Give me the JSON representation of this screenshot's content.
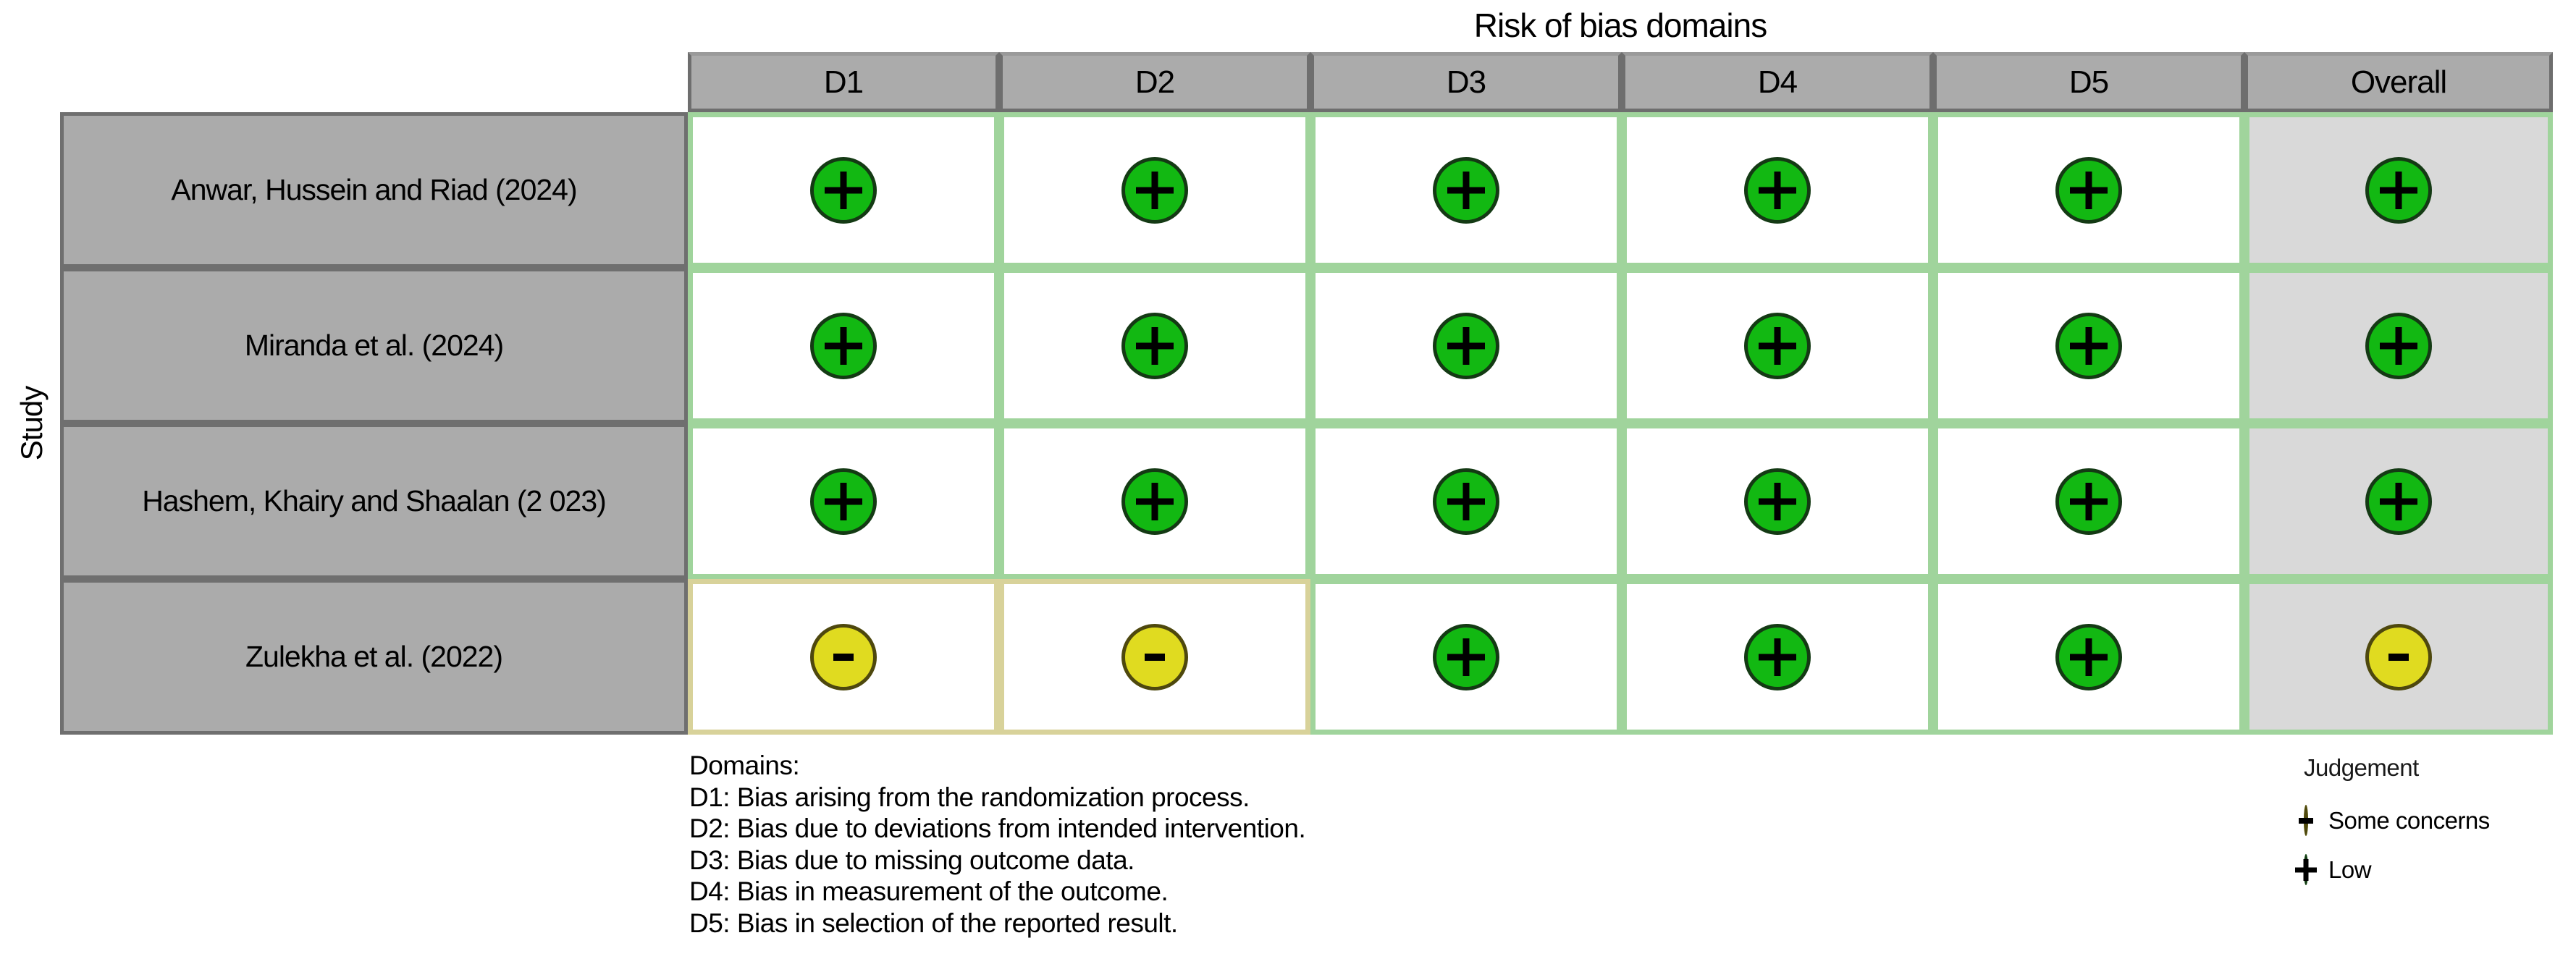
{
  "figure_title": "Risk of bias domains",
  "y_axis_label": "Study",
  "chart_data": {
    "type": "table",
    "title": "Risk of bias domains",
    "y_label": "Study",
    "columns": [
      "D1",
      "D2",
      "D3",
      "D4",
      "D5",
      "Overall"
    ],
    "rows": [
      {
        "study": "Anwar, Hussein and Riad (2024)",
        "judgements": [
          "low",
          "low",
          "low",
          "low",
          "low",
          "low"
        ]
      },
      {
        "study": "Miranda et al. (2024)",
        "judgements": [
          "low",
          "low",
          "low",
          "low",
          "low",
          "low"
        ]
      },
      {
        "study": "Hashem, Khairy and Shaalan (2 023)",
        "judgements": [
          "low",
          "low",
          "low",
          "low",
          "low",
          "low"
        ]
      },
      {
        "study": "Zulekha et al. (2022)",
        "judgements": [
          "some_concerns",
          "some_concerns",
          "low",
          "low",
          "low",
          "some_concerns"
        ]
      }
    ],
    "judgement_symbols": {
      "low": "+",
      "some_concerns": "−"
    },
    "legend_position": "bottom-right",
    "grid": "on"
  },
  "domains_legend": {
    "heading": "Domains:",
    "items": [
      "D1: Bias arising from the randomization process.",
      "D2: Bias due to deviations from intended intervention.",
      "D3: Bias due to missing outcome data.",
      "D4: Bias in measurement of the outcome.",
      "D5: Bias in selection of the reported result."
    ]
  },
  "judgement_legend": {
    "heading": "Judgement",
    "items": [
      {
        "label": "Some concerns",
        "judgement": "some_concerns"
      },
      {
        "label": "Low",
        "judgement": "low"
      }
    ]
  },
  "colors": {
    "low": "#12b812",
    "low_stroke": "#143a14",
    "low_border": "#a0d49c",
    "some_concerns": "#e0db20",
    "some_concerns_stroke": "#4e480e",
    "some_concerns_border": "#d8d29a",
    "header_bg": "#ababab",
    "header_border": "#6e6e6e",
    "overall_bg": "#d9d9d9"
  }
}
